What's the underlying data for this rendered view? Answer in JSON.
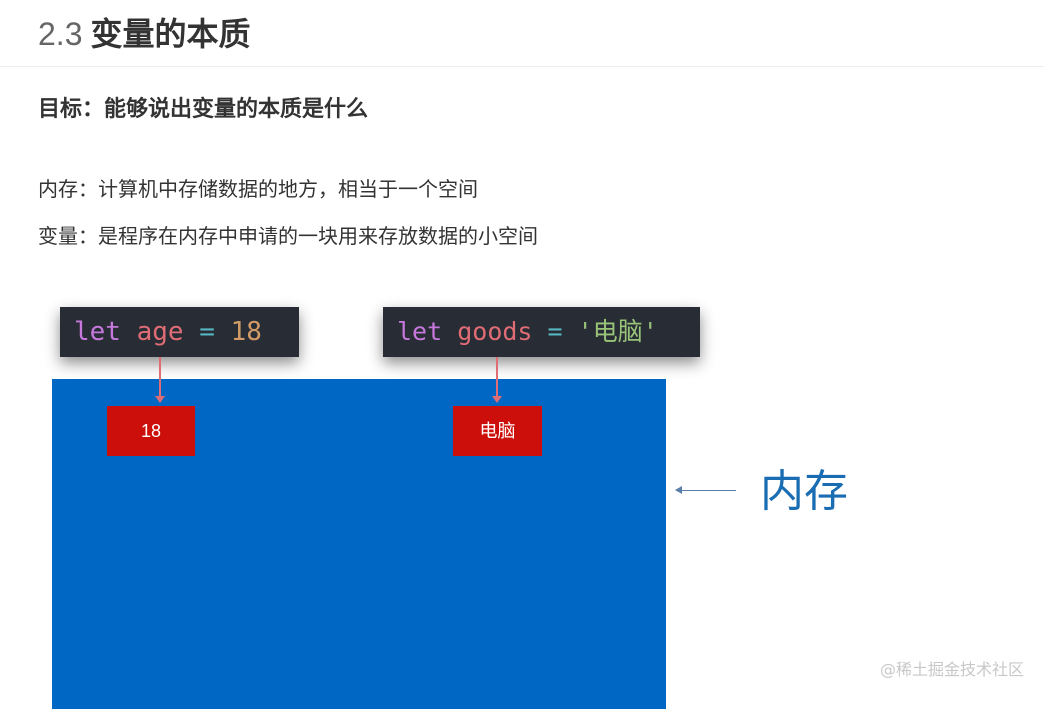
{
  "heading": {
    "number": "2.3",
    "title": "变量的本质"
  },
  "goal": "目标：能够说出变量的本质是什么",
  "definitions": {
    "memory": "内存：计算机中存储数据的地方，相当于一个空间",
    "variable": "变量：是程序在内存中申请的一块用来存放数据的小空间"
  },
  "code1": {
    "keyword": "let",
    "name": "age",
    "op": "=",
    "value": "18"
  },
  "code2": {
    "keyword": "let",
    "name": "goods",
    "op": "=",
    "value": "'电脑'"
  },
  "cells": {
    "first": "18",
    "second": "电脑"
  },
  "memory_label": "内存",
  "watermark": "@稀土掘金技术社区",
  "colors": {
    "memory_block": "#0067c5",
    "value_cell": "#cc0f0a",
    "code_background": "#282c34",
    "memory_label": "#1a6db3"
  }
}
